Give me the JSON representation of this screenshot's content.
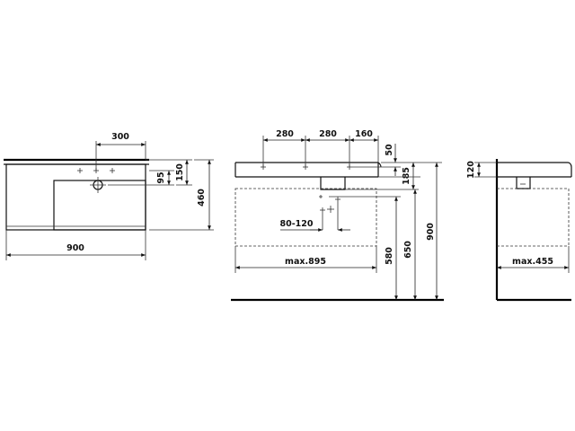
{
  "views": {
    "top": {
      "dim_tap_offset": "300",
      "dim_95": "95",
      "dim_150": "150",
      "dim_depth": "460",
      "dim_width": "900"
    },
    "front": {
      "dim_280_a": "280",
      "dim_280_b": "280",
      "dim_160": "160",
      "dim_50": "50",
      "dim_185": "185",
      "dim_900": "900",
      "dim_650": "650",
      "dim_580": "580",
      "dim_80_120": "80-120",
      "dim_max_width": "max.895"
    },
    "side": {
      "dim_120": "120",
      "dim_max_depth": "max.455"
    }
  }
}
